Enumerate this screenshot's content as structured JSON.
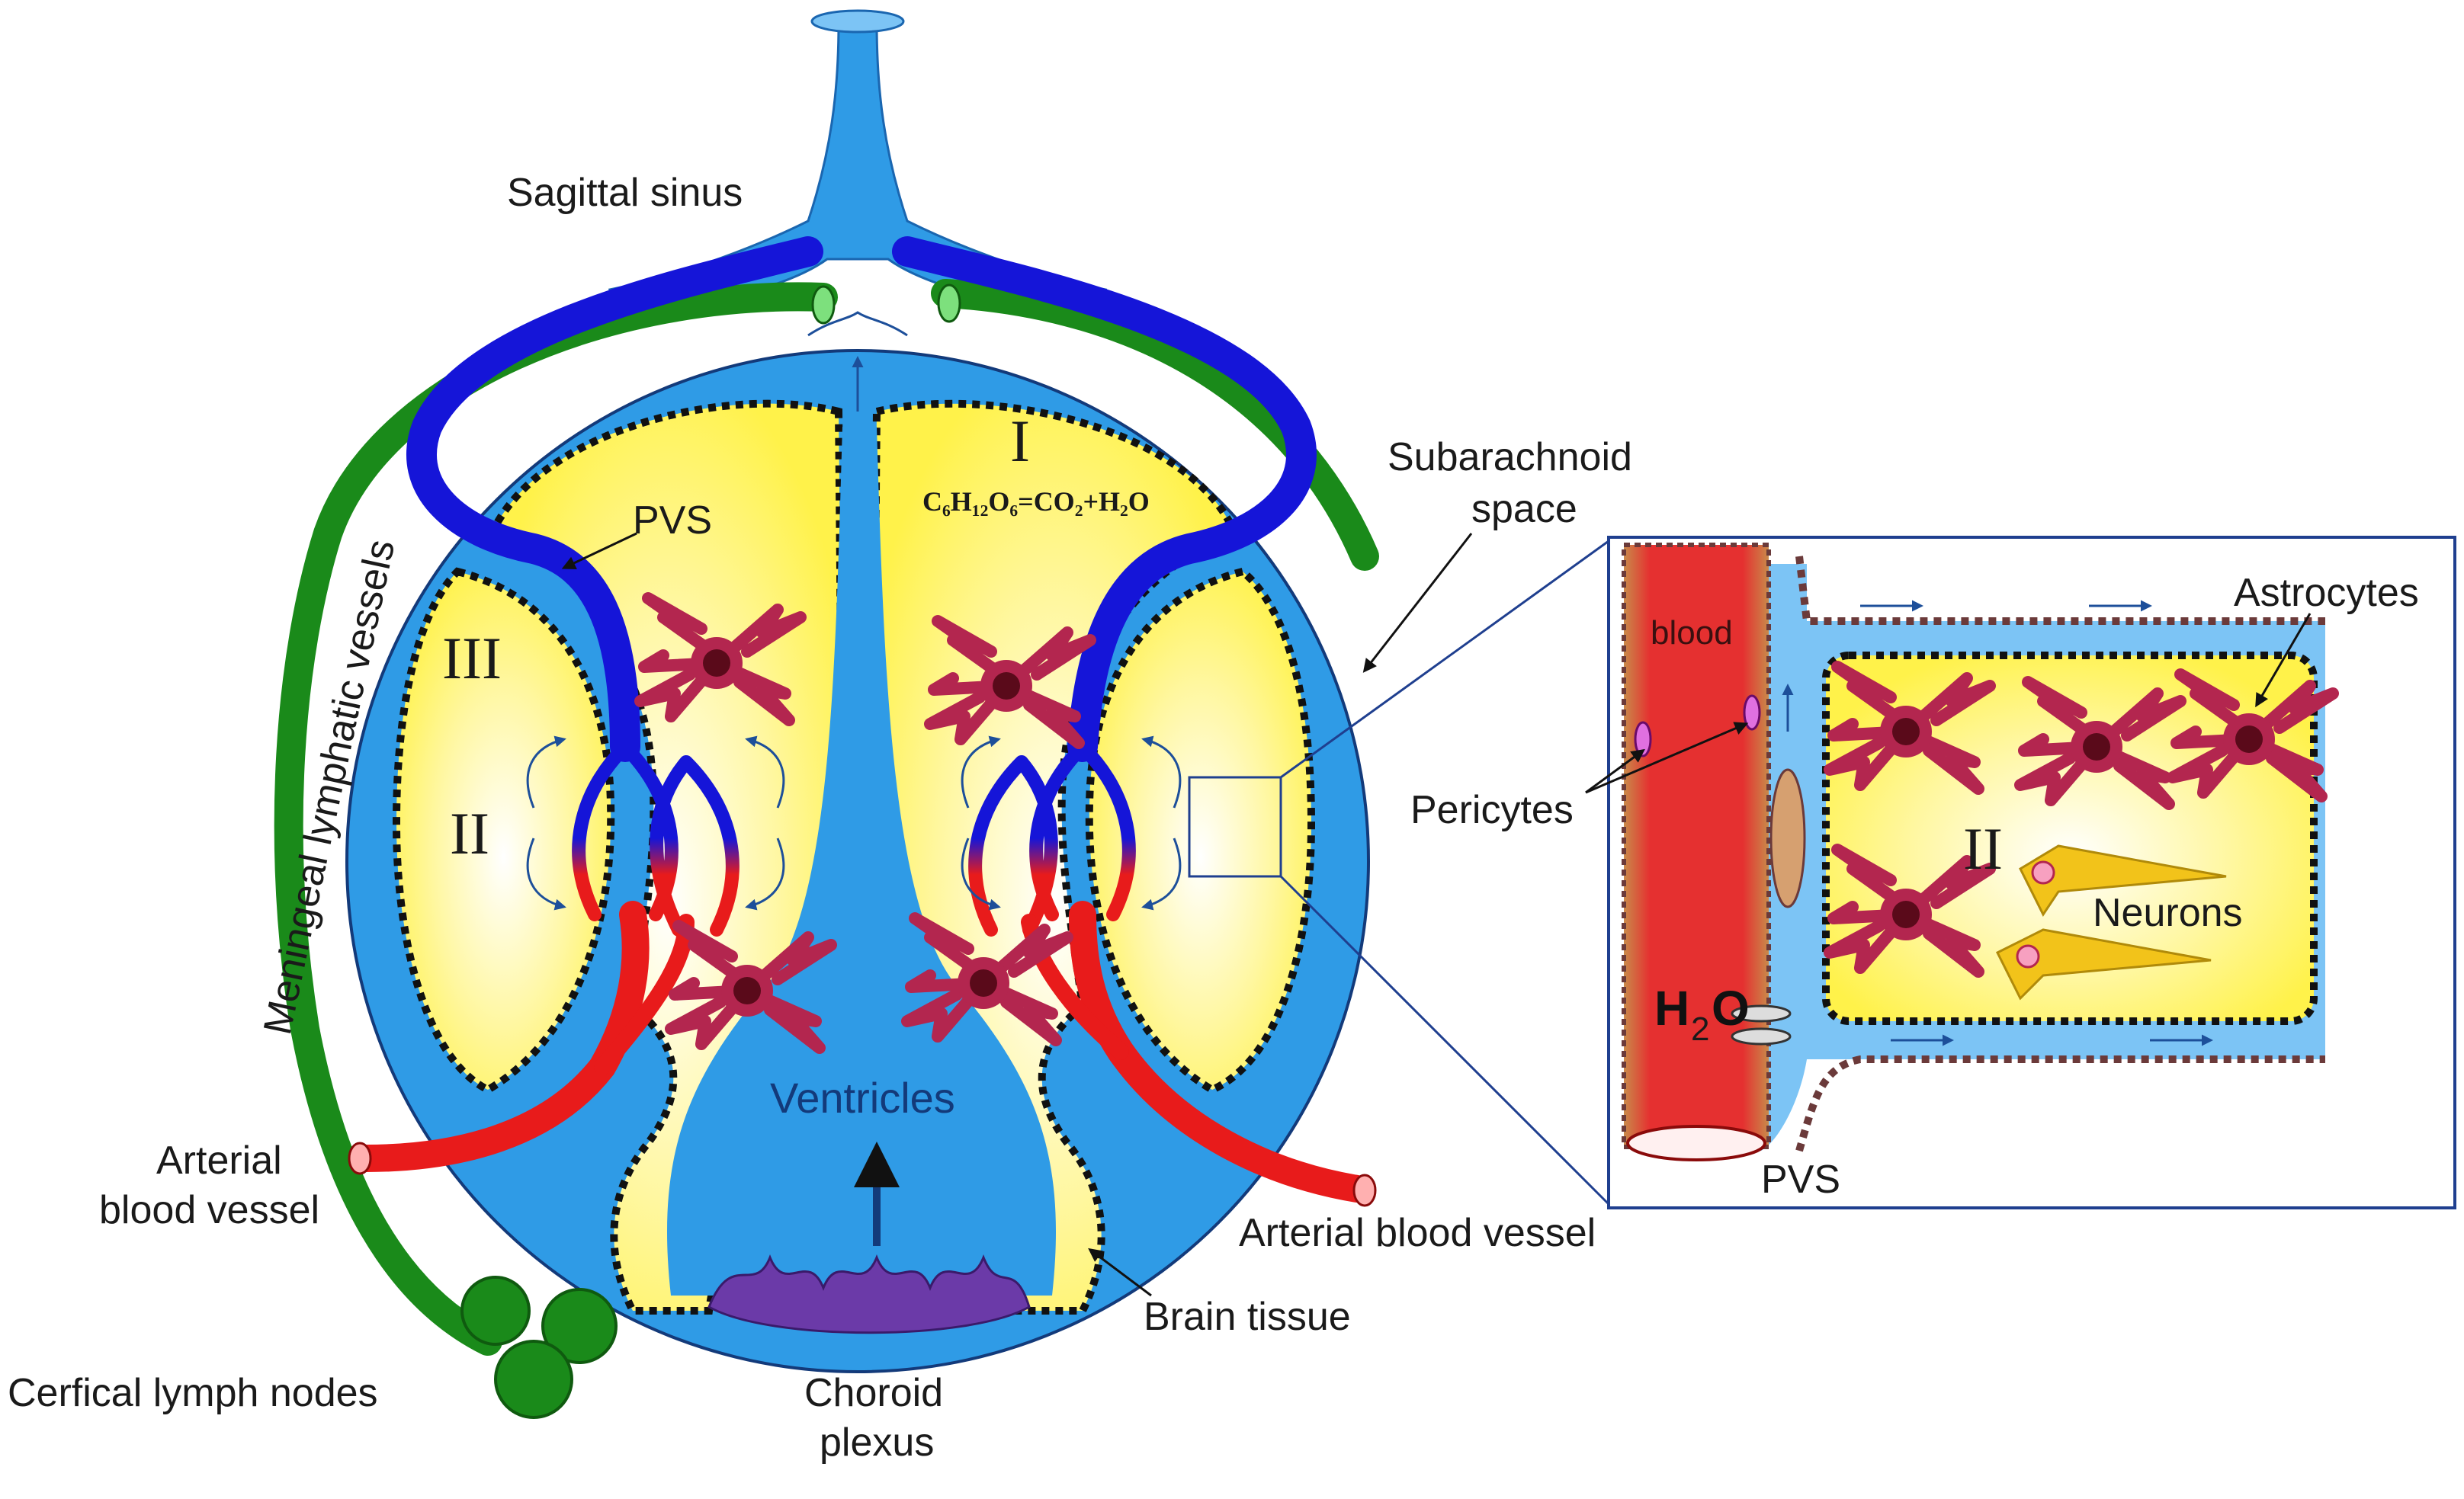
{
  "labels": {
    "sagittal_sinus": "Sagittal sinus",
    "subarachnoid_space_1": "Subarachnoid",
    "subarachnoid_space_2": "space",
    "meningeal_lymphatic_vessels": "Meningeal lymphatic vessels",
    "pvs_left": "PVS",
    "region_I": "I",
    "region_II_left": "II",
    "region_III": "III",
    "formula": "C₆H₁₂O₆=CO₂+H₂O",
    "ventricles": "Ventricles",
    "arterial_left_1": "Arterial",
    "arterial_left_2": "blood vessel",
    "arterial_right": "Arterial blood vessel",
    "brain_tissue": "Brain tissue",
    "choroid_1": "Choroid",
    "choroid_2": "plexus",
    "lymph_nodes": "Cerfical lymph nodes"
  },
  "inset": {
    "blood": "blood",
    "pericytes": "Pericytes",
    "astrocytes": "Astrocytes",
    "region_II": "II",
    "neurons": "Neurons",
    "h2o_h": "H",
    "h2o_2": "2",
    "h2o_o": "O",
    "pvs": "PVS"
  },
  "colors": {
    "csf": "#2f9be6",
    "csf_light": "#7cc4f5",
    "brain": "#fff36a",
    "vein": "#1515d8",
    "artery": "#e81b1b",
    "lymph": "#1a8a1a",
    "choroid": "#6b3aa8",
    "astrocyte": "#b3264f",
    "neuron": "#f2c31a",
    "inset_border": "#1f3f8f"
  },
  "icons": [
    "astrocyte-icon",
    "neuron-icon",
    "lymph-node-icon",
    "flow-arrow-icon"
  ]
}
